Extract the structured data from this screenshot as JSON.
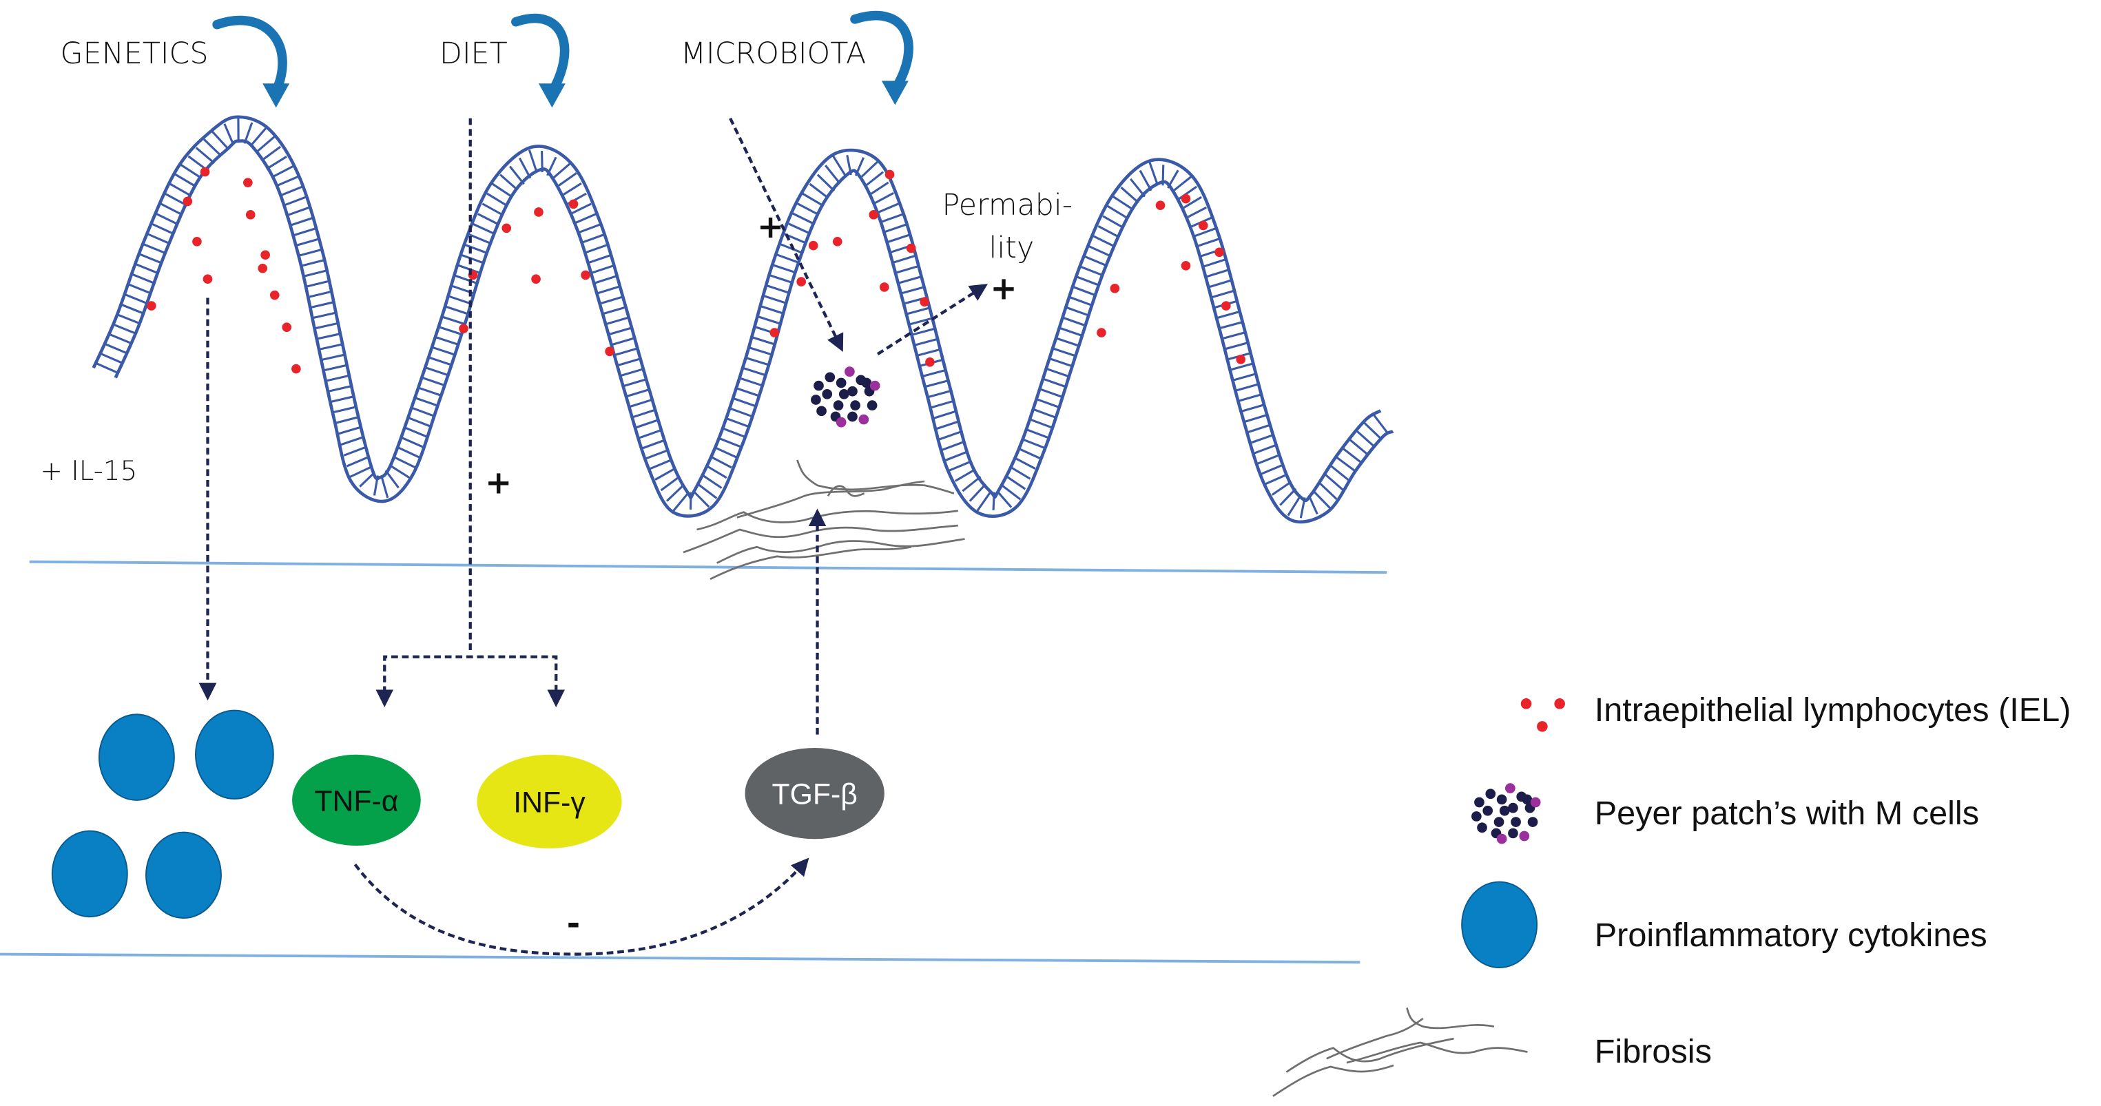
{
  "figure": {
    "factors": [
      {
        "label": "GENETICS"
      },
      {
        "label": "DIET"
      },
      {
        "label": "MICROBIOTA"
      }
    ],
    "annotations": {
      "il15": "+ IL-15",
      "permeability_line1": "Permabi-",
      "permeability_line2": "lity",
      "plus": "+",
      "minus": "-"
    },
    "cytokines": {
      "tnf": "TNF-α",
      "inf": "INF-γ",
      "tgf": "TGF-β"
    },
    "colors": {
      "factor_arrow": "#1a74b4",
      "villus": "#3a5aa8",
      "iel": "#e8232a",
      "peyer_cell": "#1d1d4a",
      "m_cell": "#9b2f9c",
      "proinflammatory": "#0a80c4",
      "tnf": "#04a14a",
      "inf": "#e7e615",
      "tgf": "#5f6366",
      "fibrosis": "#6f6f6f",
      "membrane": "#7fb0e0",
      "dashed_arrow": "#1f2552"
    }
  },
  "legend": {
    "items": [
      {
        "icon": "iel-dots-icon",
        "label": "Intraepithelial lymphocytes (IEL)"
      },
      {
        "icon": "peyer-patch-icon",
        "label": "Peyer patch’s with M cells"
      },
      {
        "icon": "proinflammatory-cytokine-icon",
        "label": "Proinflammatory cytokines"
      },
      {
        "icon": "fibrosis-icon",
        "label": "Fibrosis"
      }
    ]
  }
}
